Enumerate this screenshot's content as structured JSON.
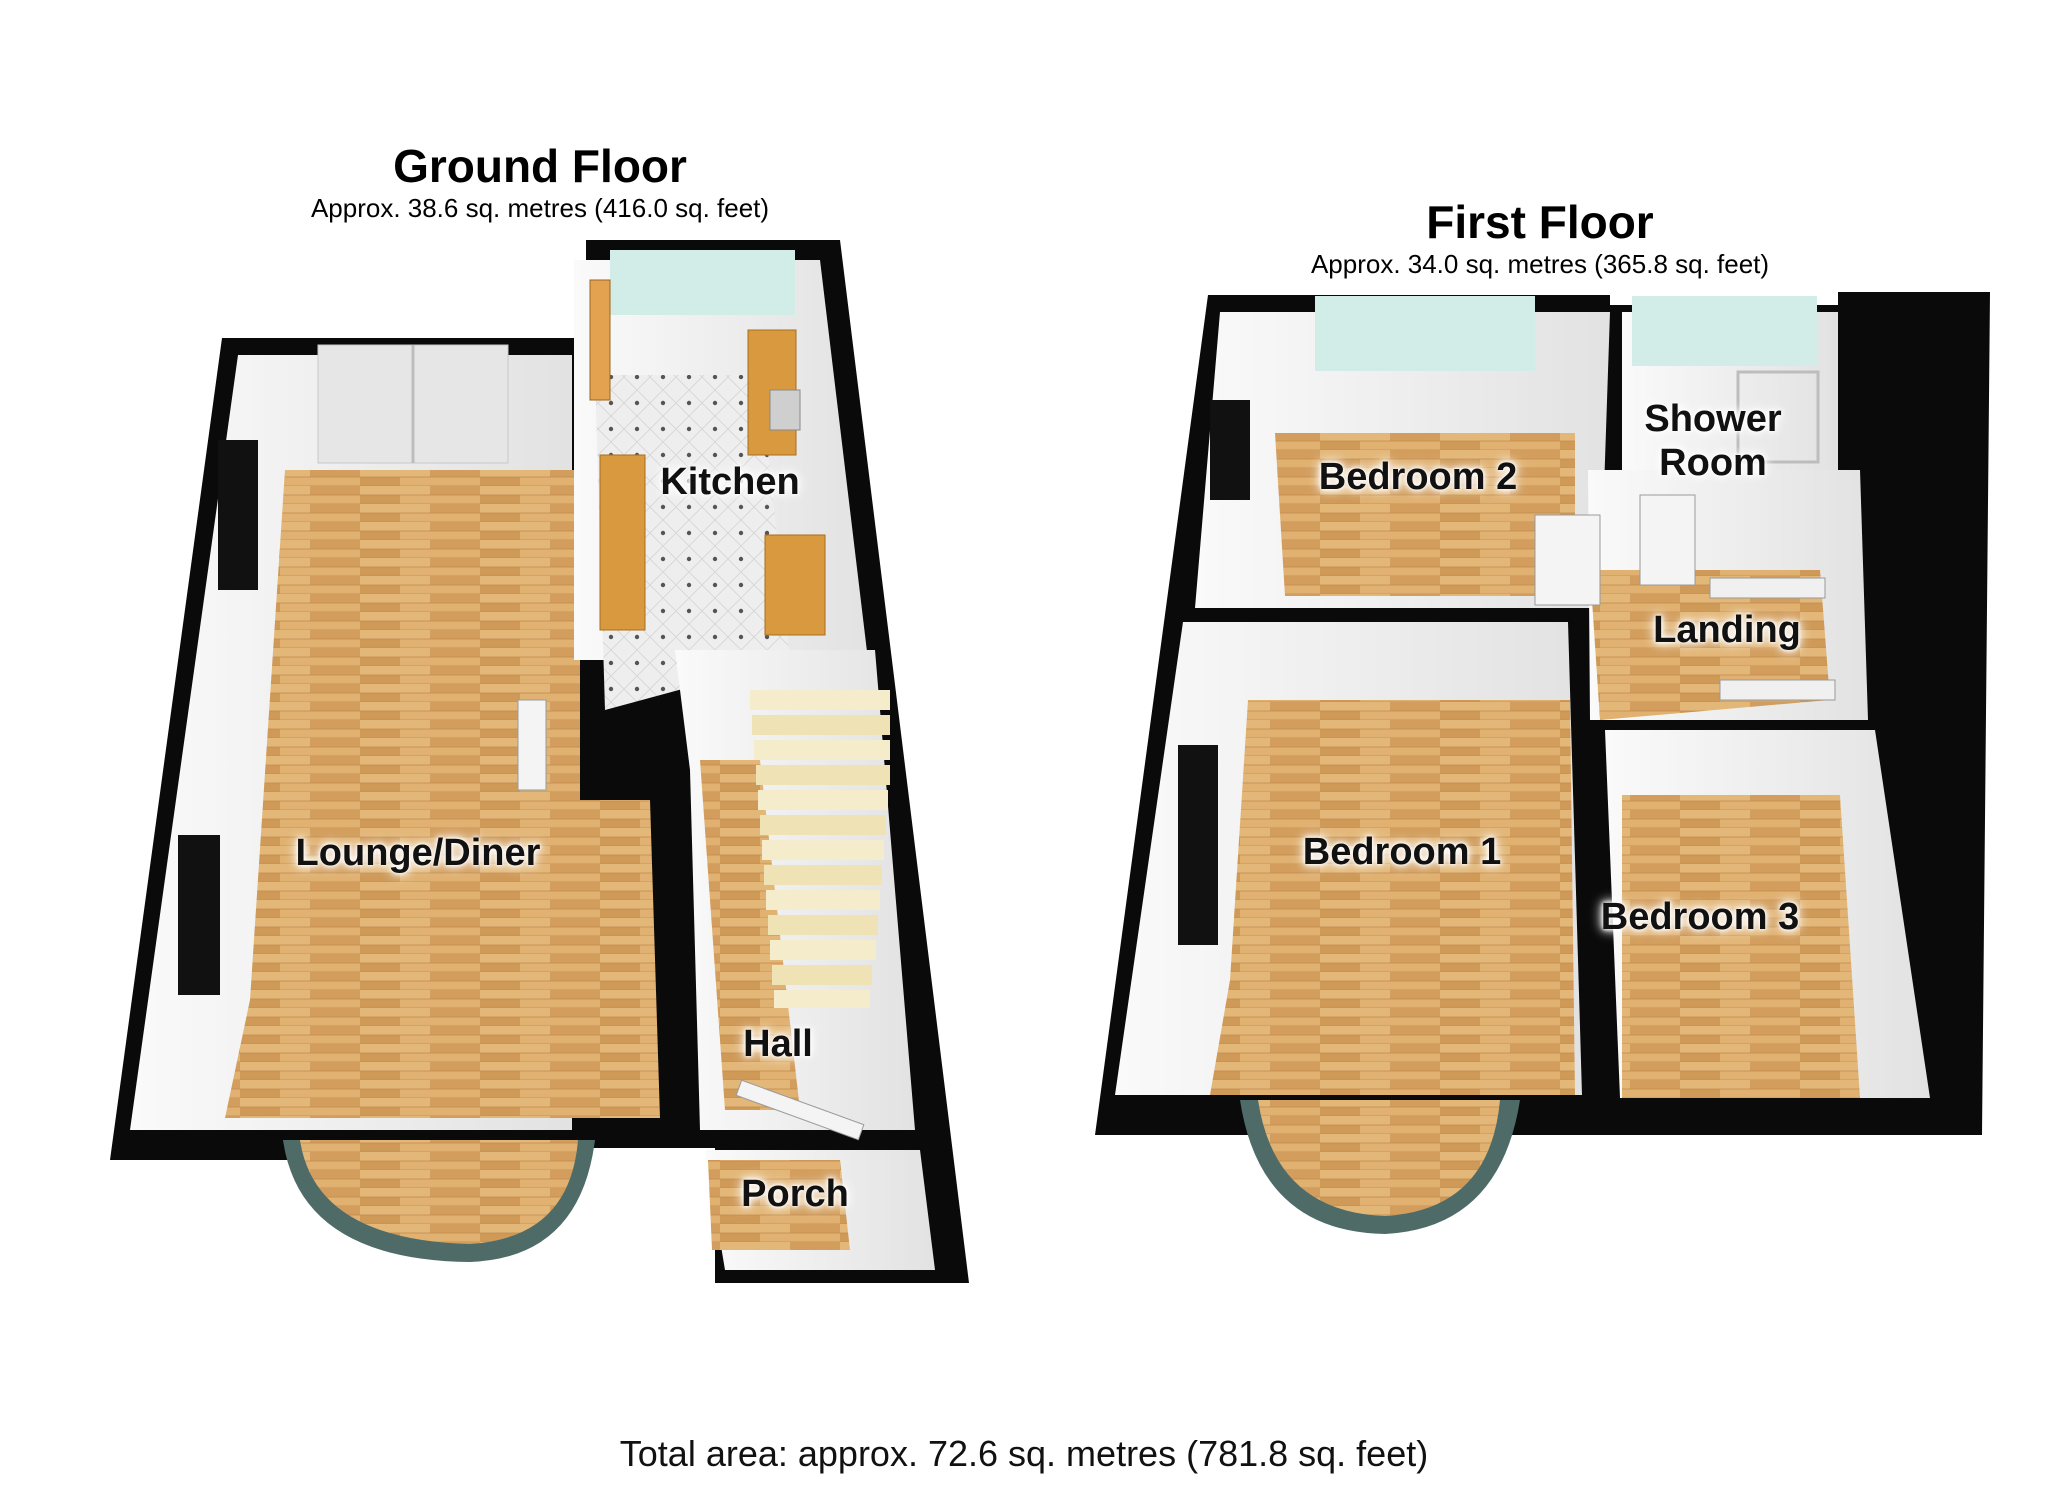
{
  "ground_floor": {
    "title": "Ground Floor",
    "area": "Approx. 38.6 sq. metres (416.0 sq. feet)",
    "rooms": {
      "lounge": "Lounge/Diner",
      "kitchen": "Kitchen",
      "hall": "Hall",
      "porch": "Porch"
    }
  },
  "first_floor": {
    "title": "First Floor",
    "area": "Approx. 34.0 sq. metres (365.8 sq. feet)",
    "rooms": {
      "bedroom1": "Bedroom 1",
      "bedroom2": "Bedroom 2",
      "bedroom3": "Bedroom 3",
      "shower": "Shower\nRoom",
      "landing": "Landing"
    }
  },
  "total_area": "Total area: approx. 72.6 sq. metres (781.8 sq. feet)",
  "colors": {
    "wall": "#0a0a0a",
    "floor_wood": "#d9a764",
    "kitchen_tile": "#ededed",
    "window": "#cfe9e6",
    "wall_inner": "#f2f2f2"
  }
}
